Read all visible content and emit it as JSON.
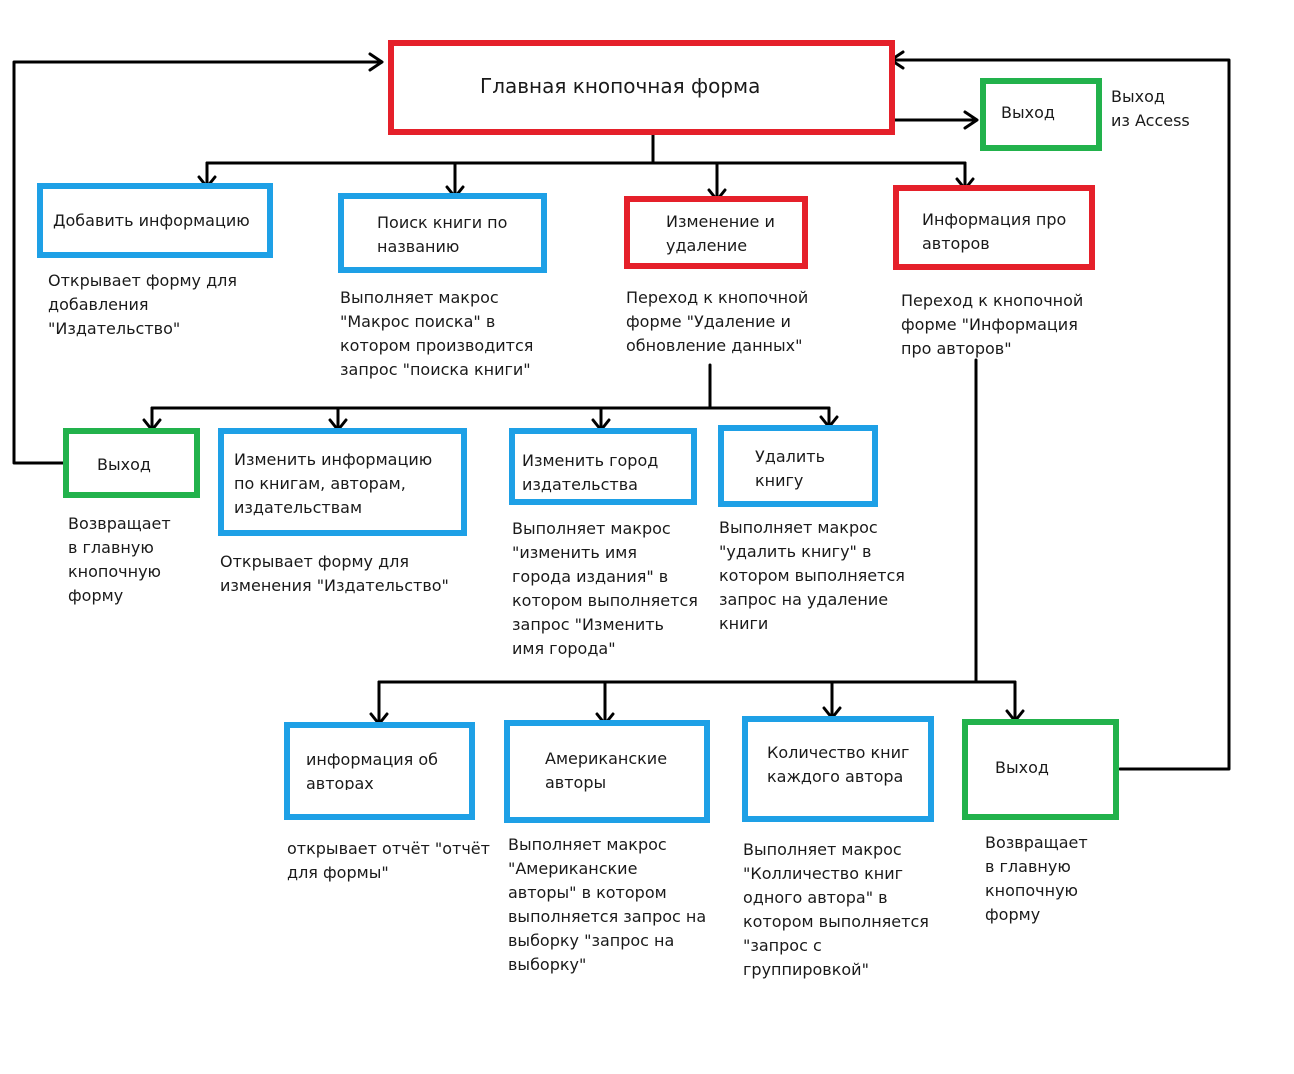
{
  "colors": {
    "red": "#e5202a",
    "blue": "#1ea0e6",
    "green": "#22b24c",
    "line": "#000000"
  },
  "nodes": {
    "main": "Главная кнопочная форма",
    "exit_top": "Выход",
    "add_info": "Добавить информацию",
    "search_book": "Поиск книги по\nназванию",
    "edit_delete": "Изменение и\nудаление",
    "authors_info": "Информация про\nавторов",
    "exit_left": "Выход",
    "edit_info": "Изменить информацию\nпо книгам, авторам,\nиздательствам",
    "edit_city": "Изменить город\nиздательства",
    "delete_book": "Удалить\nкнигу",
    "authors_report": "информация об\nавторах",
    "american_authors": "Американские\nавторы",
    "books_count": "Количество книг\nкаждого автора",
    "exit_bottom": "Выход"
  },
  "notes": {
    "exit_top": "Выход\nиз Access",
    "add_info": "Открывает форму для\nдобавления\n\"Издательство\"",
    "search_book": "Выполняет макрос\n\"Макрос поиска\" в\nкотором производится\nзапрос \"поиска книги\"",
    "edit_delete": "Переход к кнопочной\nформе \"Удаление и\nобновление данных\"",
    "authors_info": "Переход к кнопочной\nформе \"Информация\nпро авторов\"",
    "exit_left": "Возвращает\nв главную\nкнопочную\nформу",
    "edit_info": "Открывает форму для\nизменения \"Издательство\"",
    "edit_city": "Выполняет макрос\n\"изменить имя\nгорода издания\" в\nкотором выполняется\nзапрос \"Изменить\nимя города\"",
    "delete_book": "Выполняет макрос\n\"удалить книгу\" в\nкотором выполняется\nзапрос на удаление\nкниги",
    "authors_report": "открывает отчёт \"отчёт\nдля формы\"",
    "american_authors": "Выполняет макрос\n\"Американские\nавторы\" в котором\nвыполняется запрос на\nвыборку \"запрос на\nвыборку\"",
    "books_count": "Выполняет макрос\n\"Колличество книг\nодного автора\" в\nкотором выполняется\n\"запрос с\nгруппировкой\"",
    "exit_bottom": "Возвращает\nв главную\nкнопочную\nформу"
  }
}
